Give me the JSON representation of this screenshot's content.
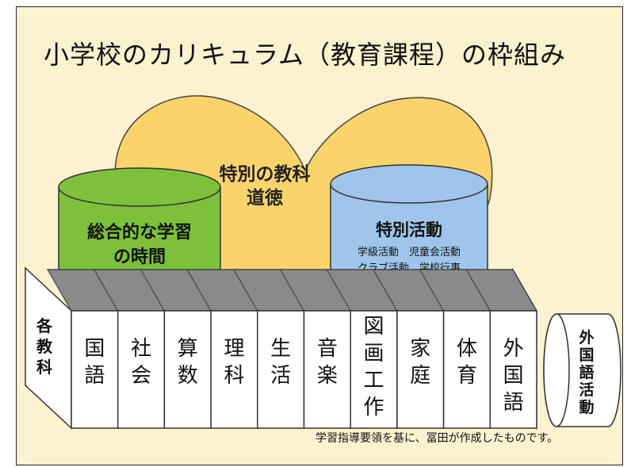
{
  "title": "小学校のカリキュラム（教育課程）の枠組み",
  "heart": {
    "line1": "特別の教科",
    "line2": "道徳",
    "color": "#fad46a"
  },
  "sogo": {
    "line1": "総合的な学習",
    "line2": "の時間",
    "color": "#7dc13b"
  },
  "tokubetsu": {
    "title": "特別活動",
    "sub1": "学級活動　児童会活動",
    "sub2": "クラブ活動　学校行事",
    "color": "#9fc5ea"
  },
  "books": {
    "spine_label": "各教科",
    "subjects": [
      "国語",
      "社会",
      "算数",
      "理科",
      "生活",
      "音楽",
      "図画工作",
      "家庭",
      "体育",
      "外国語"
    ]
  },
  "foreign_activity": "外国語活動",
  "credit": "学習指導要領を基に、冨田が作成したものです。"
}
